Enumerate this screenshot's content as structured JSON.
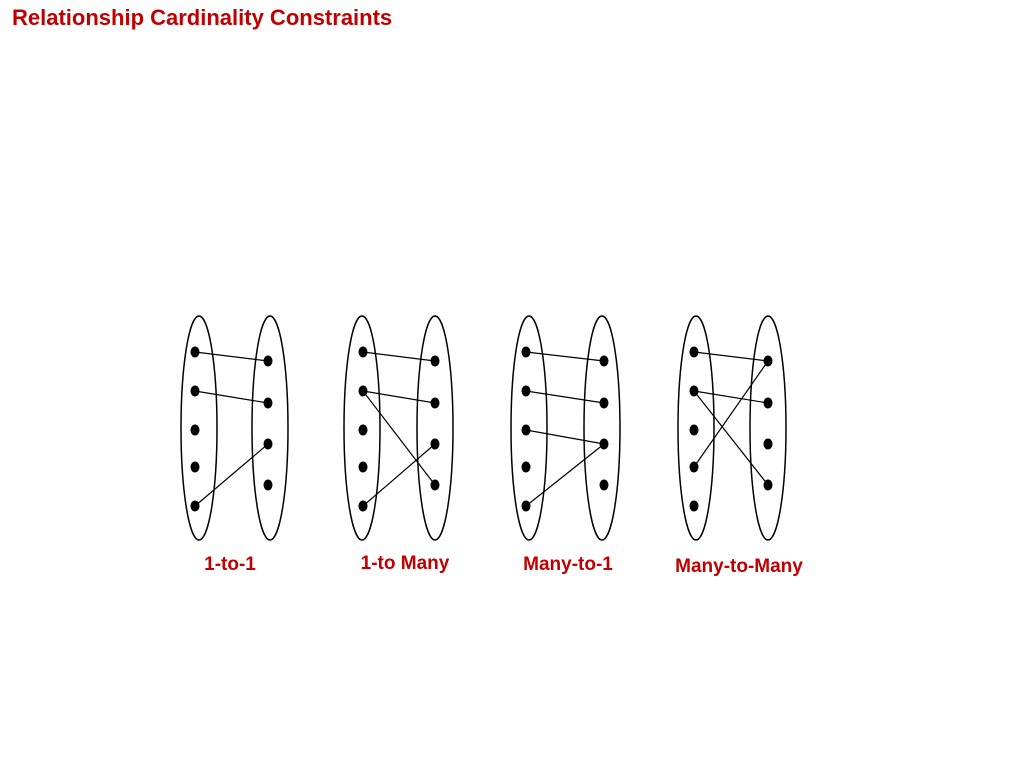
{
  "page": {
    "title": "Relationship Cardinality Constraints"
  },
  "colors": {
    "accent": "#c00000",
    "ink": "#000000",
    "background": "#ffffff"
  },
  "diagram": {
    "panels": [
      {
        "caption": "1-to-1",
        "left_count": 5,
        "right_count": 4,
        "links": [
          [
            0,
            0
          ],
          [
            1,
            1
          ],
          [
            4,
            2
          ]
        ]
      },
      {
        "caption": "1-to Many",
        "left_count": 5,
        "right_count": 4,
        "links": [
          [
            0,
            0
          ],
          [
            1,
            1
          ],
          [
            1,
            3
          ],
          [
            4,
            2
          ]
        ]
      },
      {
        "caption": "Many-to-1",
        "left_count": 5,
        "right_count": 4,
        "links": [
          [
            0,
            0
          ],
          [
            1,
            1
          ],
          [
            2,
            2
          ],
          [
            4,
            2
          ]
        ]
      },
      {
        "caption": "Many-to-Many",
        "left_count": 5,
        "right_count": 4,
        "links": [
          [
            0,
            0
          ],
          [
            1,
            1
          ],
          [
            1,
            3
          ],
          [
            3,
            0
          ]
        ]
      }
    ]
  }
}
